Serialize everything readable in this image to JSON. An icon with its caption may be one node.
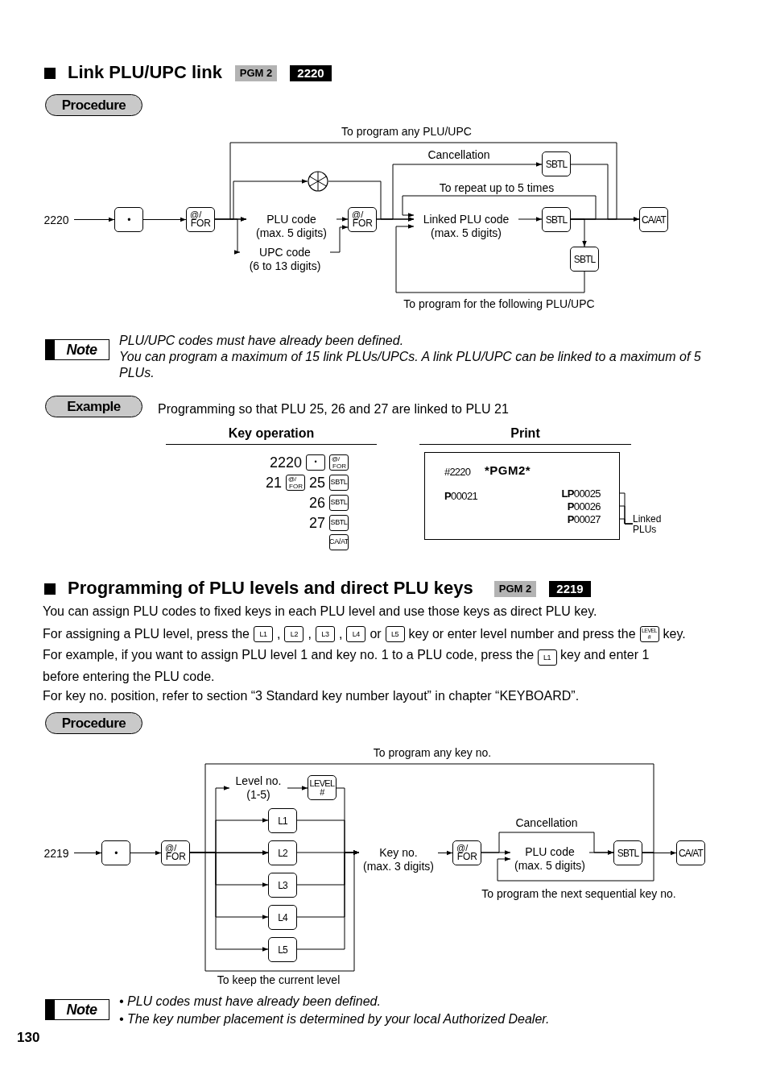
{
  "diagram": {
    "nodes": [
      {
        "text": [
          "2220"
        ]
      },
      {
        "text": [
          "•"
        ]
      },
      {
        "text": [
          "@/",
          "FOR"
        ]
      },
      {
        "text": [
          "PLU code",
          "(max. 5 digits)"
        ]
      },
      {
        "text": [
          "UPC code",
          "(6 to 13 digits)"
        ]
      },
      {
        "text": [],
        "shape": "circle"
      },
      {
        "text": [
          "@/",
          "FOR"
        ]
      },
      {
        "text": [
          "Linked PLU code",
          "(max. 5 digits)"
        ]
      },
      {
        "text": [
          "SBTL"
        ]
      },
      {
        "text": [
          "SBTL"
        ]
      },
      {
        "text": [
          "SBTL"
        ]
      },
      {
        "text": [
          "CA/AT"
        ]
      },
      {
        "text": [
          "#2220",
          "*PGM2*",
          "**P**00021"
        ]
      },
      {
        "text": [
          "**LP**00025"
        ],
        "in": 12
      },
      {
        "text": [
          "**P**00026"
        ],
        "in": 12
      },
      {
        "text": [
          "**P**00027"
        ],
        "in": 12
      },
      {
        "text": [
          "Linked PLUs"
        ]
      },
      {
        "text": [
          "2219"
        ]
      },
      {
        "text": [
          "•"
        ]
      },
      {
        "text": [
          "@/",
          "FOR"
        ]
      },
      {
        "text": [
          "Level no.",
          "(1-5)"
        ]
      },
      {
        "text": [
          "LEVEL",
          "#"
        ]
      },
      {
        "text": [
          "L1"
        ]
      },
      {
        "text": [
          "L2"
        ]
      },
      {
        "text": [
          "L3"
        ]
      },
      {
        "text": [
          "L4"
        ]
      },
      {
        "text": [
          "L5"
        ]
      },
      {
        "text": [
          "Key no.",
          "(max. 3 digits)"
        ]
      },
      {
        "text": [
          "@/",
          "FOR"
        ]
      },
      {
        "text": [
          "PLU code",
          "(max. 5 digits)"
        ]
      },
      {
        "text": [
          "SBTL"
        ]
      },
      {
        "text": [
          "CA/AT"
        ]
      }
    ],
    "edges": [
      {
        "from": 0,
        "to": 1,
        "arrow": "to"
      },
      {
        "from": 1,
        "to": 2,
        "arrow": "to"
      },
      {
        "from": 2,
        "to": 3,
        "arrow": "to"
      },
      {
        "from": 2,
        "to": 4,
        "arrow": "to"
      },
      {
        "from": 2,
        "to": 5,
        "arrow": "to"
      },
      {
        "from": 3,
        "to": 6,
        "arrow": "to"
      },
      {
        "from": 4,
        "to": 6,
        "arrow": "to"
      },
      {
        "from": 5,
        "to": 7,
        "arrow": "to"
      },
      {
        "from": 6,
        "to": 7,
        "arrow": "to"
      },
      {
        "from": 7,
        "to": 9,
        "arrow": "to"
      },
      {
        "from": 9,
        "to": 11,
        "arrow": "to"
      },
      {
        "from": 9,
        "to": 10,
        "arrow": "to"
      },
      {
        "from": 10,
        "to": 7,
        "arrow": "to",
        "label": "To program for the following PLU/UPC"
      },
      {
        "from": 9,
        "to": 7,
        "arrow": "to",
        "label": "To repeat up to 5 times"
      },
      {
        "from": 8,
        "to": 11,
        "arrow": "to"
      },
      {
        "from": 6,
        "to": 8,
        "arrow": "to",
        "label": "Cancellation"
      },
      {
        "from": 9,
        "to": 3,
        "arrow": "to",
        "label": "To program any PLU/UPC"
      },
      {
        "from": 16,
        "to": 13,
        "arrow": "none"
      },
      {
        "from": 16,
        "to": 14,
        "arrow": "none"
      },
      {
        "from": 16,
        "to": 15,
        "arrow": "none"
      },
      {
        "from": 17,
        "to": 18,
        "arrow": "to"
      },
      {
        "from": 18,
        "to": 19,
        "arrow": "to"
      },
      {
        "from": 19,
        "to": 23,
        "arrow": "to"
      },
      {
        "from": 19,
        "to": 20,
        "arrow": "to"
      },
      {
        "from": 19,
        "to": 22,
        "arrow": "to"
      },
      {
        "from": 19,
        "to": 24,
        "arrow": "to"
      },
      {
        "from": 19,
        "to": 25,
        "arrow": "to"
      },
      {
        "from": 19,
        "to": 26,
        "arrow": "to"
      },
      {
        "from": 20,
        "to": 21,
        "arrow": "to"
      },
      {
        "from": 21,
        "to": 27,
        "arrow": "to"
      },
      {
        "from": 22,
        "to": 27,
        "arrow": "to"
      },
      {
        "from": 23,
        "to": 27,
        "arrow": "to"
      },
      {
        "from": 24,
        "to": 27,
        "arrow": "to"
      },
      {
        "from": 25,
        "to": 27,
        "arrow": "to"
      },
      {
        "from": 26,
        "to": 27,
        "arrow": "to"
      },
      {
        "from": 19,
        "to": 27,
        "arrow": "to",
        "label": "To keep the current level"
      },
      {
        "from": 27,
        "to": 28,
        "arrow": "to"
      },
      {
        "from": 28,
        "to": 29,
        "arrow": "to"
      },
      {
        "from": 29,
        "to": 30,
        "arrow": "to"
      },
      {
        "from": 30,
        "to": 31,
        "arrow": "to"
      },
      {
        "from": 28,
        "to": 30,
        "arrow": "to",
        "label": "Cancellation"
      },
      {
        "from": 30,
        "to": 29,
        "arrow": "to",
        "label": "To program the next sequential key no."
      },
      {
        "from": 30,
        "to": 23,
        "arrow": "to",
        "label": "To program any key no."
      }
    ],
    "labels": [
      "Link PLU/UPC link",
      "PGM 2",
      "2220",
      "Procedure",
      "Note",
      "PLU/UPC codes must have already been defined.",
      "You can program a maximum of 15 link PLUs/UPCs. A link PLU/UPC can be linked to a maximum of 5 PLUs.",
      "Example",
      "Programming so that PLU 25, 26 and 27 are linked to PLU 21",
      "Key operation",
      "Print",
      "2220",
      "•",
      "@/",
      "FOR",
      "21",
      "@/",
      "FOR",
      "25",
      "SBTL",
      "26",
      "SBTL",
      "27",
      "SBTL",
      "CA/AT",
      "Programming of PLU levels and direct PLU keys",
      "PGM 2",
      "2219",
      "You can assign PLU codes to fixed keys in each PLU level and use those keys as direct PLU key.",
      "For assigning a PLU level, press the",
      "L1",
      ",",
      "L2",
      ",",
      "L3",
      ",",
      "L4",
      "or",
      "L5",
      "key or enter level number and press the",
      "LEVEL",
      "#",
      "key.",
      "For example, if you want to assign PLU level 1 and key no. 1 to a PLU code, press the",
      "L1",
      "key and enter 1 before entering the PLU code.",
      "For key no. position, refer to section “3 Standard key number layout” in chapter “KEYBOARD”.",
      "Procedure",
      "Note",
      "• PLU codes must have already been defined.",
      "• The key number placement is determined by your local Authorized Dealer.",
      "130"
    ]
  }
}
